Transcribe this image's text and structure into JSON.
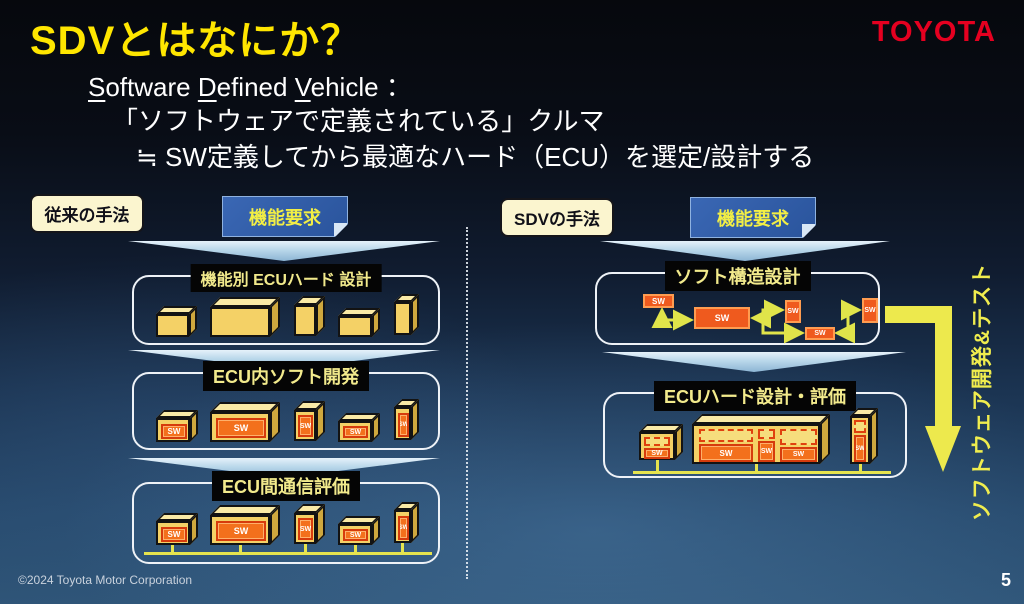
{
  "title": "SDVとはなにか？",
  "brand": "TOYOTA",
  "subtitle": {
    "p1": "S",
    "p2": "oftware ",
    "p3": "D",
    "p4": "efined ",
    "p5": "V",
    "p6": "ehicle ：",
    "line2": "「ソフトウェアで定義されている」クルマ",
    "line3": "≒ SW定義してから最適なハード（ECU）を選定/設計する"
  },
  "left": {
    "method": "従来の手法",
    "note": "機能要求",
    "stages": [
      {
        "label": "機能別 ECUハード 設計"
      },
      {
        "label": "ECU内ソフト開発"
      },
      {
        "label": "ECU間通信評価"
      }
    ]
  },
  "right": {
    "method": "SDVの手法",
    "note": "機能要求",
    "stages": [
      {
        "label": "ソフト構造設計"
      },
      {
        "label": "ECUハード設計・評価"
      }
    ],
    "arrow_label": "ソフトウェア開発&テスト"
  },
  "labels": {
    "sw": "SW"
  },
  "footer": {
    "copyright": "©2024 Toyota Motor Corporation",
    "page": "5"
  },
  "colors": {
    "title_yellow": "#ffe600",
    "toyota_red": "#e50020",
    "note_blue": "#2e59a6",
    "note_text_yellow": "#f2ee45",
    "stage_label_yellow": "#f2ea8c",
    "ecu_front": "#f4d166",
    "sw_orange": "#f3701c",
    "bus_yellow": "#e6e44e",
    "chevron_blue": "#b9d7ea",
    "arrow_yellow": "#ede94d"
  }
}
